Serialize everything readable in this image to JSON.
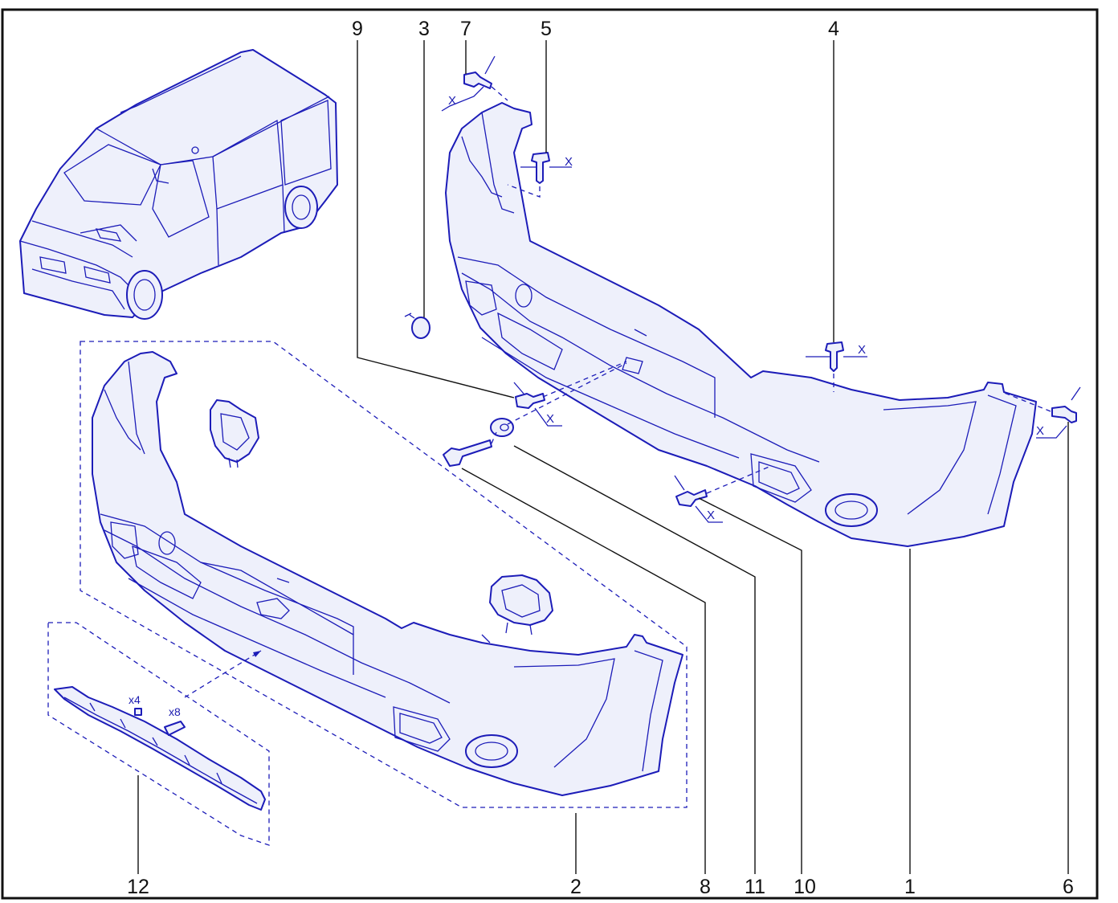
{
  "callouts": {
    "c1": "1",
    "c2": "2",
    "c3": "3",
    "c4": "4",
    "c5": "5",
    "c6": "6",
    "c7": "7",
    "c8": "8",
    "c9": "9",
    "c10": "10",
    "c11": "11",
    "c12": "12"
  },
  "torque_mark": "X",
  "quantities": {
    "clips_a": "x4",
    "clips_b": "x8"
  }
}
